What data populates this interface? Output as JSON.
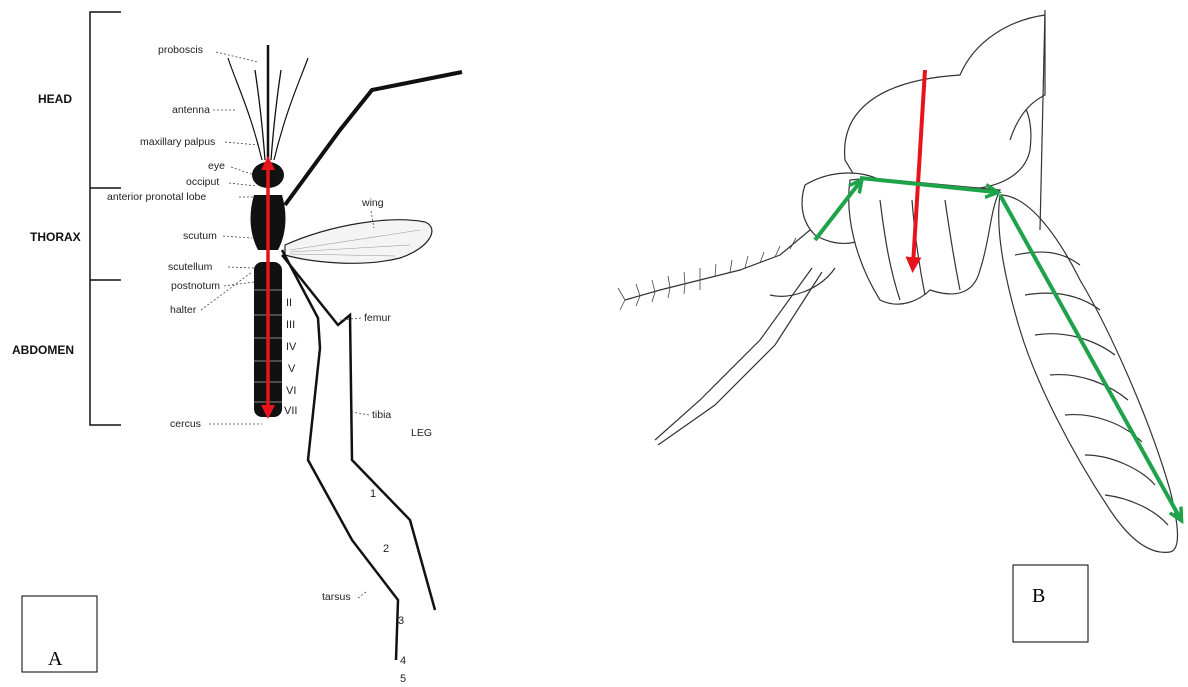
{
  "panel_a": {
    "letter": "A",
    "regions": {
      "head": "HEAD",
      "thorax": "THORAX",
      "abdomen": "ABDOMEN"
    },
    "labels": {
      "proboscis": "proboscis",
      "antenna": "antenna",
      "maxillary_palpus": "maxillary palpus",
      "eye": "eye",
      "occiput": "occiput",
      "anterior_pronotal_lobe": "anterior pronotal lobe",
      "scutum": "scutum",
      "scutellum": "scutellum",
      "postnotum": "postnotum",
      "halter": "halter",
      "cercus": "cercus",
      "wing": "wing",
      "femur": "femur",
      "tibia": "tibia",
      "leg": "LEG",
      "tarsus": "tarsus"
    },
    "segments": [
      "II",
      "III",
      "IV",
      "V",
      "VI",
      "VII"
    ],
    "tarsal_numbers": [
      "1",
      "2",
      "3",
      "4",
      "5"
    ],
    "arrow_color": "#e8141b"
  },
  "panel_b": {
    "letter": "B",
    "arrow_red": "#e8141b",
    "arrow_green": "#1fa34a"
  }
}
